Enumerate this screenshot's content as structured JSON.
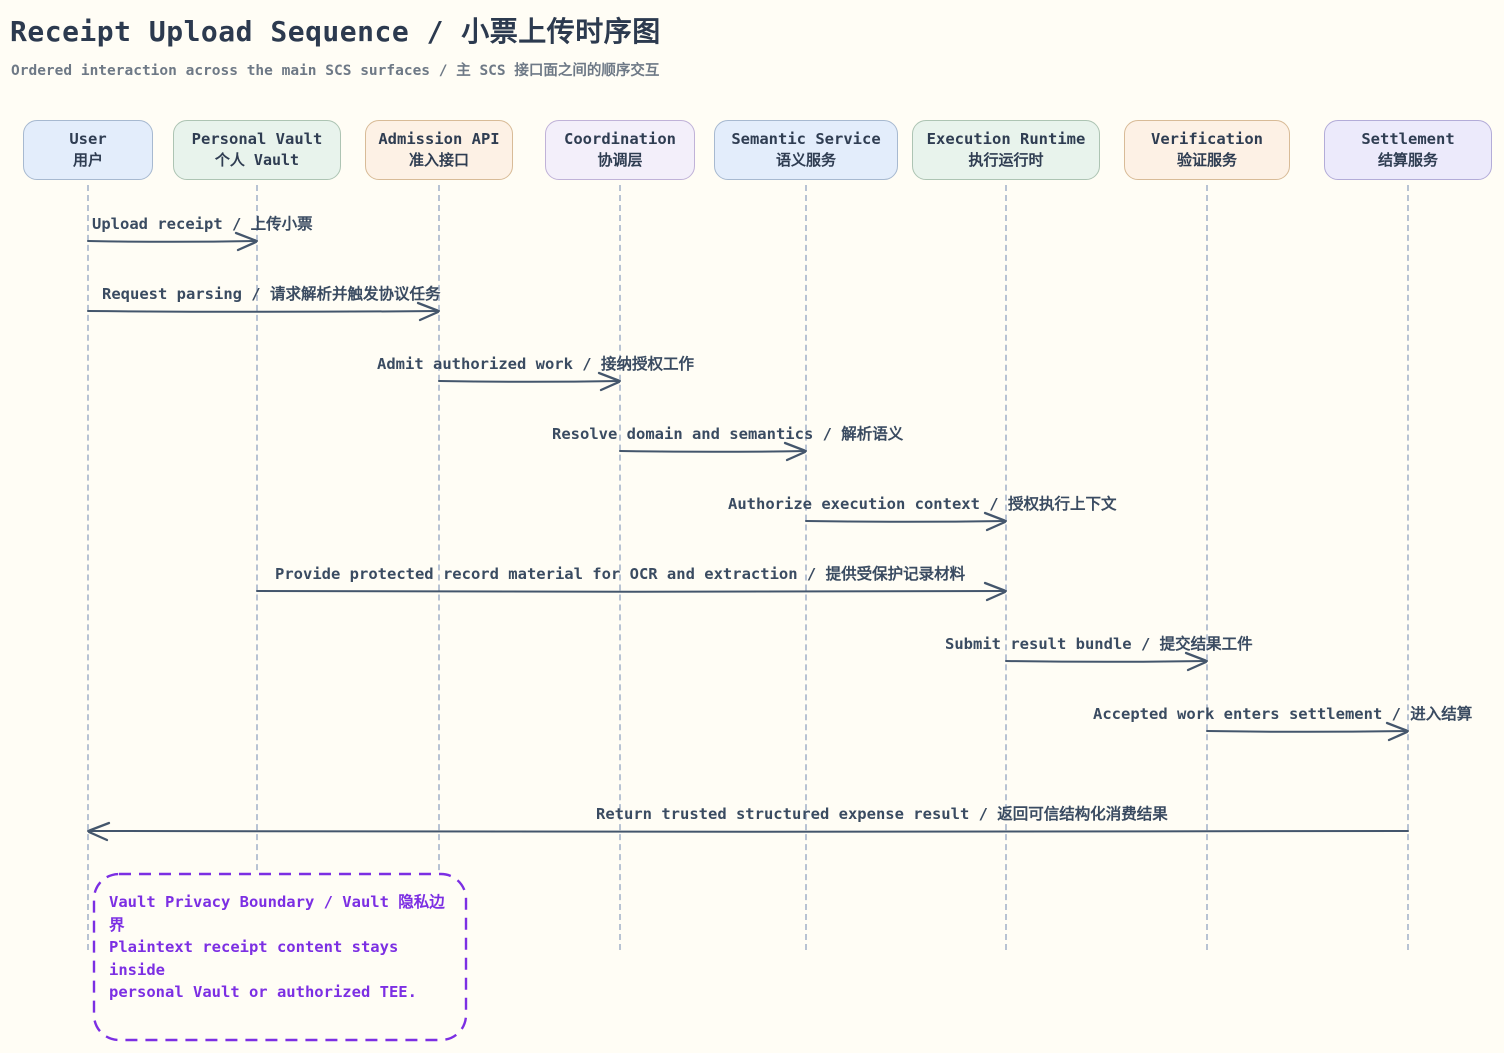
{
  "page": {
    "title": "Receipt Upload Sequence / 小票上传时序图",
    "subtitle": "Ordered interaction across the main SCS surfaces / 主 SCS 接口面之间的顺序交互"
  },
  "palette": {
    "background": "#fffdf5",
    "ink": "#44566c",
    "label_text": "#3a4b61",
    "muted_text": "#6e7986",
    "lifeline": "#b8c3d3",
    "note_purple": "#7c2fe3"
  },
  "participants": [
    {
      "name": "User",
      "name_zh": "用户",
      "fill": "#e3edfb",
      "border": "#a7b9d0"
    },
    {
      "name": "Personal Vault",
      "name_zh": "个人 Vault",
      "fill": "#e8f3ec",
      "border": "#adc4b3"
    },
    {
      "name": "Admission API",
      "name_zh": "准入接口",
      "fill": "#fdf1e5",
      "border": "#d8bb97"
    },
    {
      "name": "Coordination",
      "name_zh": "协调层",
      "fill": "#f3effa",
      "border": "#c0b2d8"
    },
    {
      "name": "Semantic Service",
      "name_zh": "语义服务",
      "fill": "#e3edfb",
      "border": "#a7b9d0"
    },
    {
      "name": "Execution Runtime",
      "name_zh": "执行运行时",
      "fill": "#e8f3ec",
      "border": "#adc4b3"
    },
    {
      "name": "Verification",
      "name_zh": "验证服务",
      "fill": "#fdf1e5",
      "border": "#d8bb97"
    },
    {
      "name": "Settlement",
      "name_zh": "结算服务",
      "fill": "#eceafb",
      "border": "#b3acd8"
    }
  ],
  "messages": [
    {
      "from": 0,
      "to": 1,
      "label": "Upload receipt / 上传小票"
    },
    {
      "from": 0,
      "to": 2,
      "label": "Request parsing / 请求解析并触发协议任务"
    },
    {
      "from": 2,
      "to": 3,
      "label": "Admit authorized work / 接纳授权工作"
    },
    {
      "from": 3,
      "to": 4,
      "label": "Resolve domain and semantics / 解析语义"
    },
    {
      "from": 4,
      "to": 5,
      "label": "Authorize execution context / 授权执行上下文"
    },
    {
      "from": 1,
      "to": 5,
      "label": "Provide protected record material for OCR and extraction / 提供受保护记录材料"
    },
    {
      "from": 5,
      "to": 6,
      "label": "Submit result bundle / 提交结果工件"
    },
    {
      "from": 6,
      "to": 7,
      "label": "Accepted work enters settlement / 进入结算"
    },
    {
      "from": 7,
      "to": 0,
      "label": "Return trusted structured expense result / 返回可信结构化消费结果"
    }
  ],
  "note": {
    "lines": [
      "Vault Privacy Boundary / Vault 隐私边界",
      "Plaintext receipt content stays inside",
      "personal Vault or authorized TEE."
    ]
  }
}
